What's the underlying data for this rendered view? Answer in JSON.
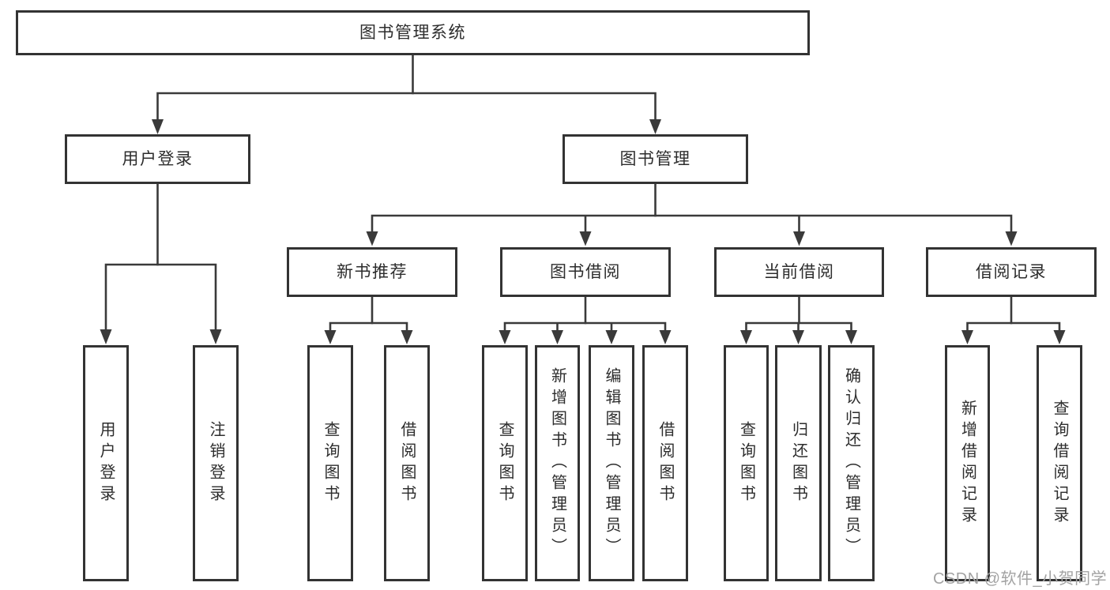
{
  "tree": {
    "root": {
      "label": "图书管理系统"
    },
    "level2": [
      {
        "label": "用户登录",
        "children": [
          "用户登录",
          "注销登录"
        ]
      },
      {
        "label": "图书管理"
      }
    ],
    "level3": [
      {
        "label": "新书推荐",
        "children": [
          "查询图书",
          "借阅图书"
        ]
      },
      {
        "label": "图书借阅",
        "children": [
          "查询图书",
          "新增图书（管理员）",
          "编辑图书（管理员）",
          "借阅图书"
        ]
      },
      {
        "label": "当前借阅",
        "children": [
          "查询图书",
          "归还图书",
          "确认归还（管理员）"
        ]
      },
      {
        "label": "借阅记录",
        "children": [
          "新增借阅记录",
          "查询借阅记录"
        ]
      }
    ]
  },
  "watermark": {
    "text": "CSDN @软件_小贺同学"
  },
  "colors": {
    "line": "#3a3a3a",
    "box_border": "#333333",
    "text": "#2d2d2d",
    "watermark": "#a3a3a3",
    "background": "#ffffff"
  }
}
